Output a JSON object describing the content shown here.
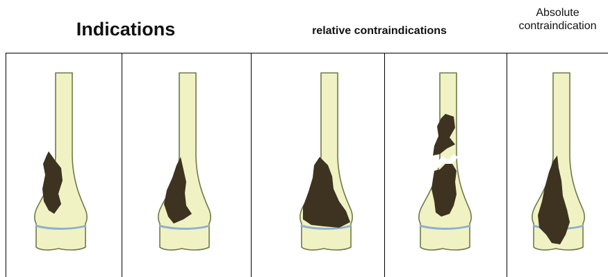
{
  "headers": {
    "indications": "Indications",
    "relative_contraindications": "relative contraindications",
    "absolute_line1": "Absolute",
    "absolute_line2": "contraindication"
  },
  "colors": {
    "bone_fill": "#f0f2c4",
    "bone_outline": "#6d7a4a",
    "lesion_fill": "#3d3320",
    "joint_line": "#8fb0cf",
    "frame": "#000000"
  },
  "panels": [
    {
      "group": "indications",
      "lesion": "metaphyseal-lateral-oval"
    },
    {
      "group": "indications",
      "lesion": "metaphyseal-narrow-to-joint"
    },
    {
      "group": "relative_contraindications",
      "lesion": "large-subchondral-extension"
    },
    {
      "group": "relative_contraindications",
      "lesion": "pathologic-fracture"
    },
    {
      "group": "absolute_contraindication",
      "lesion": "articular-surface-involvement"
    }
  ]
}
